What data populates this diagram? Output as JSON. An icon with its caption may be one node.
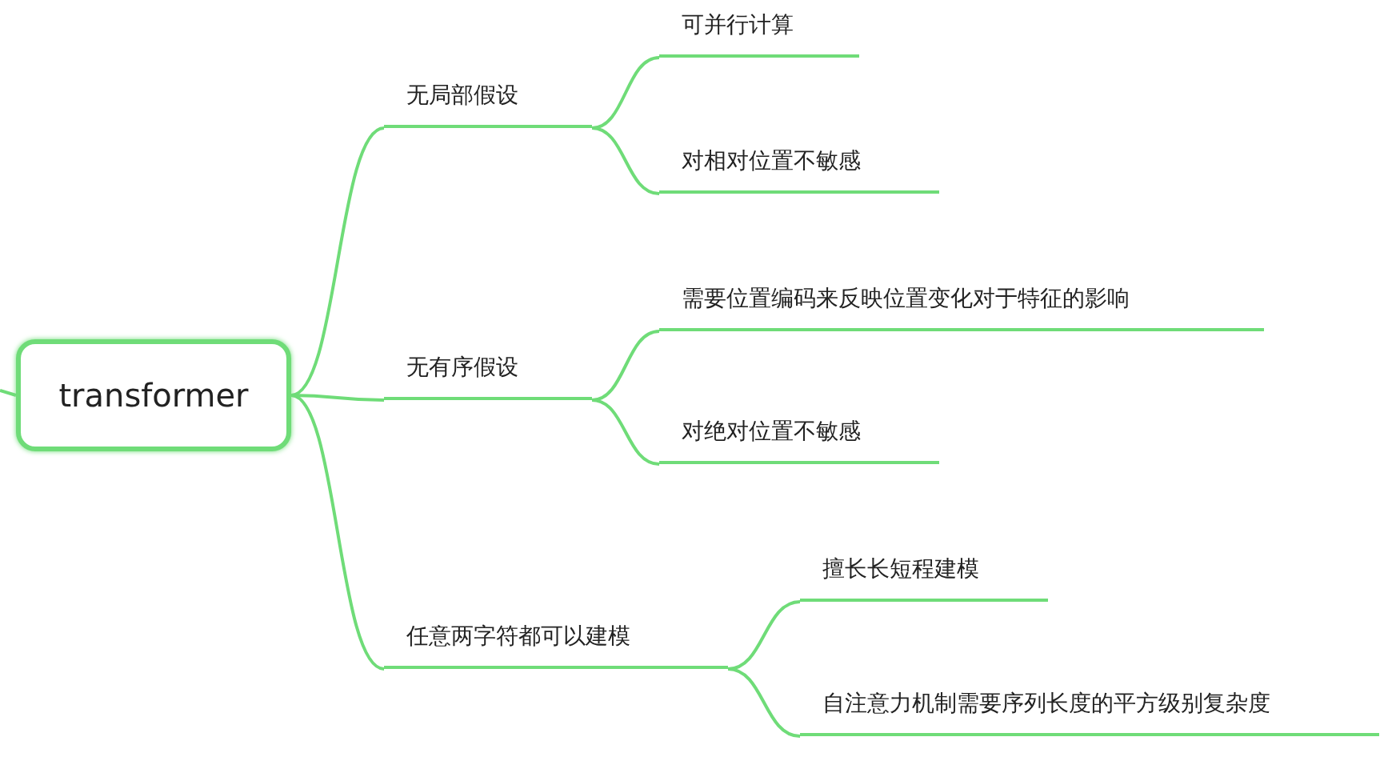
{
  "diagram": {
    "nodes": [
      {
        "text": [
          "transformer"
        ]
      },
      {
        "text": [
          "无局部假设"
        ]
      },
      {
        "text": [
          "可并行计算"
        ]
      },
      {
        "text": [
          "对相对位置不敏感"
        ]
      },
      {
        "text": [
          "无有序假设"
        ]
      },
      {
        "text": [
          "需要位置编码来反映位置变化对于特征的影响"
        ]
      },
      {
        "text": [
          "对绝对位置不敏感"
        ]
      },
      {
        "text": [
          "任意两字符都可以建模"
        ]
      },
      {
        "text": [
          "擅长长短程建模"
        ]
      },
      {
        "text": [
          "自注意力机制需要序列长度的平方级别复杂度"
        ]
      }
    ],
    "edges": [
      {
        "from": null,
        "to": 0,
        "arrow": "none"
      },
      {
        "from": 0,
        "to": 1,
        "arrow": "none"
      },
      {
        "from": 1,
        "to": 2,
        "arrow": "none"
      },
      {
        "from": 1,
        "to": 3,
        "arrow": "none"
      },
      {
        "from": 0,
        "to": 4,
        "arrow": "none"
      },
      {
        "from": 4,
        "to": 5,
        "arrow": "none"
      },
      {
        "from": 4,
        "to": 6,
        "arrow": "none"
      },
      {
        "from": 0,
        "to": 7,
        "arrow": "none"
      },
      {
        "from": 7,
        "to": 8,
        "arrow": "none"
      },
      {
        "from": 7,
        "to": 9,
        "arrow": "none"
      }
    ]
  }
}
